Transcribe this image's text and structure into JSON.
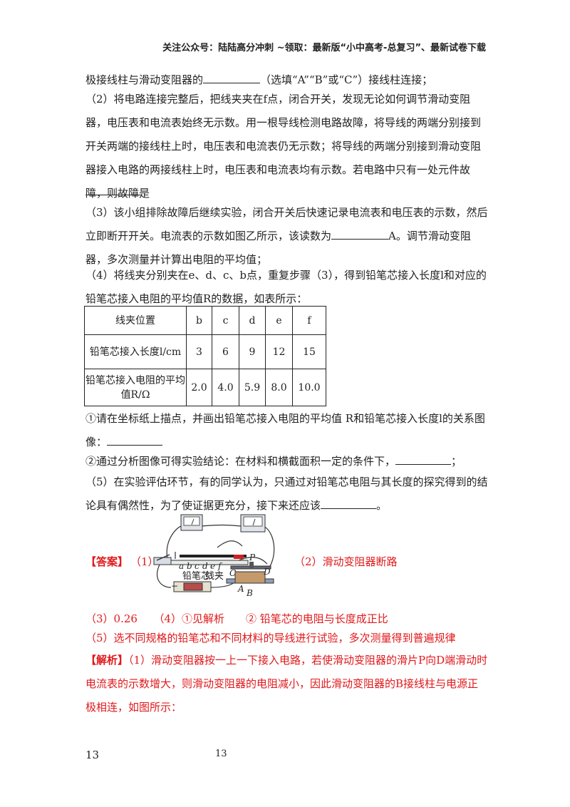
{
  "header": "关注公众号：陆陆高分冲刺  ~领取：最新版“小中高考-总复习”、最新试卷下载",
  "lines": {
    "l1a": "极接线柱与滑动变阻器的",
    "l1b": "（选填“A”“B”或“C”）接线柱连接；",
    "p2": "（2）将电路连接完整后，把线夹夹在f点，闭合开关，发现无论如何调节滑动变阻器，电压表和电流表始终无示数。用一根导线检测电路故障，将导线的两端分别接到开关两端的接线柱上时，电压表和电流表仍无示数；将导线的两端分别接到滑动变阻器接入电路的两接线柱上时，电压表和电流表均有示数。若电路中只有一处元件故障，则故障是",
    "p3a": "（3）该小组排除故障后继续实验，闭合开关后快速记录电流表和电压表的示数，然后立即断开开关。电流表的示数如图乙所示，该读数为",
    "p3b": "A。调节滑动变阻器，多次测量并计算出电阻的平均值；",
    "p4": "（4）将线夹分别夹在e、d、c、b点，重复步骤（3），得到铅笔芯接入长度l和对应的铅笔芯接入电阻的平均值R的数据，如表所示：",
    "q1a": "①请在坐标纸上描点，并画出铅笔芯接入电阻的平均值 R和铅笔芯接入长度l的关系图像：",
    "q2a": "②通过分析图像可得实验结论：在材料和横截面积一定的条件下，",
    "q2b": "；",
    "p5a": "（5）在实验评估环节，有的同学认为，只通过对铅笔芯电阻与其长度的探究得到的结论具有偶然性，为了使证据更充分，接下来还应该",
    "p5b": "。"
  },
  "table": {
    "header": [
      "线夹位置",
      "b",
      "c",
      "d",
      "e",
      "f"
    ],
    "rows": [
      [
        "铅笔芯接入长度l/cm",
        "3",
        "6",
        "9",
        "12",
        "15"
      ],
      [
        "铅笔芯接入电阻的平均值R/Ω",
        "2.0",
        "4.0",
        "5.9",
        "8.0",
        "10.0"
      ]
    ]
  },
  "answer": {
    "tag": "【答案】",
    "a1": "（1）",
    "a2": "（2）滑动变阻器断路",
    "a34": "（3）0.26　　（4）①见解析　　② 铅笔芯的电阻与长度成正比",
    "a5": "（5）选不同规格的铅笔芯和不同材料的导线进行试验，多次测量得到普遍规律"
  },
  "analysis": {
    "tag": "【解析】",
    "text": "（1）滑动变阻器按一上一下接入电路，若使滑动变阻器的滑片P向D端滑动时电流表的示数增大，则滑动变阻器的电阻减小，因此滑动变阻器的B接线柱与电源正极相连，如图所示："
  },
  "figure": {
    "pencil_label": "铅笔芯",
    "clip_label": "线夹",
    "points": [
      "a",
      "b",
      "c",
      "d",
      "e",
      "f"
    ],
    "rheostat": [
      "C",
      "P",
      "D",
      "A",
      "B"
    ],
    "minus": "−"
  },
  "footer": {
    "left": "13",
    "center": "13"
  }
}
